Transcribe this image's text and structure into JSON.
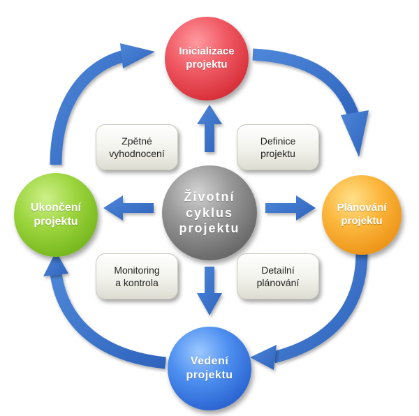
{
  "center": {
    "line1": "Životní",
    "line2": "cyklus",
    "line3": "projektu"
  },
  "phases": {
    "init": {
      "line1": "Inicializace",
      "line2": "projektu"
    },
    "plan": {
      "line1": "Plánování",
      "line2": "projektu"
    },
    "lead": {
      "line1": "Vedení",
      "line2": "projektu"
    },
    "close": {
      "line1": "Ukončení",
      "line2": "projektu"
    }
  },
  "activities": {
    "feedback": {
      "line1": "Zpětné",
      "line2": "vyhodnocení"
    },
    "definition": {
      "line1": "Definice",
      "line2": "projektu"
    },
    "monitoring": {
      "line1": "Monitoring",
      "line2": "a kontrola"
    },
    "detailed": {
      "line1": "Detailní",
      "line2": "plánování"
    }
  },
  "colors": {
    "arrow": "#3a72c8",
    "init": "#e0414b",
    "plan": "#f5a623",
    "lead": "#2f6fdc",
    "close": "#86c42a",
    "center": "#7a7a7a"
  }
}
